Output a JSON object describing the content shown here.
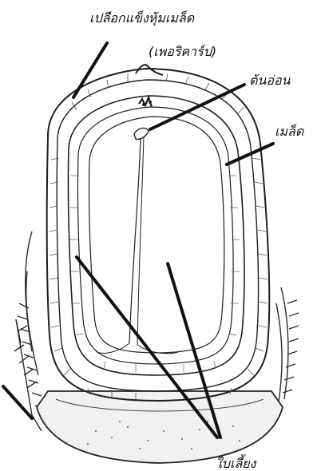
{
  "labels": {
    "seed_coat": "เปลือกแข็งหุ้มเมล็ด",
    "pericarp": "(เพอริคาร์ป)",
    "embryo": "ต้นอ่อน",
    "seed": "เมล็ด",
    "sepals": "ใบเลี้ยง"
  }
}
